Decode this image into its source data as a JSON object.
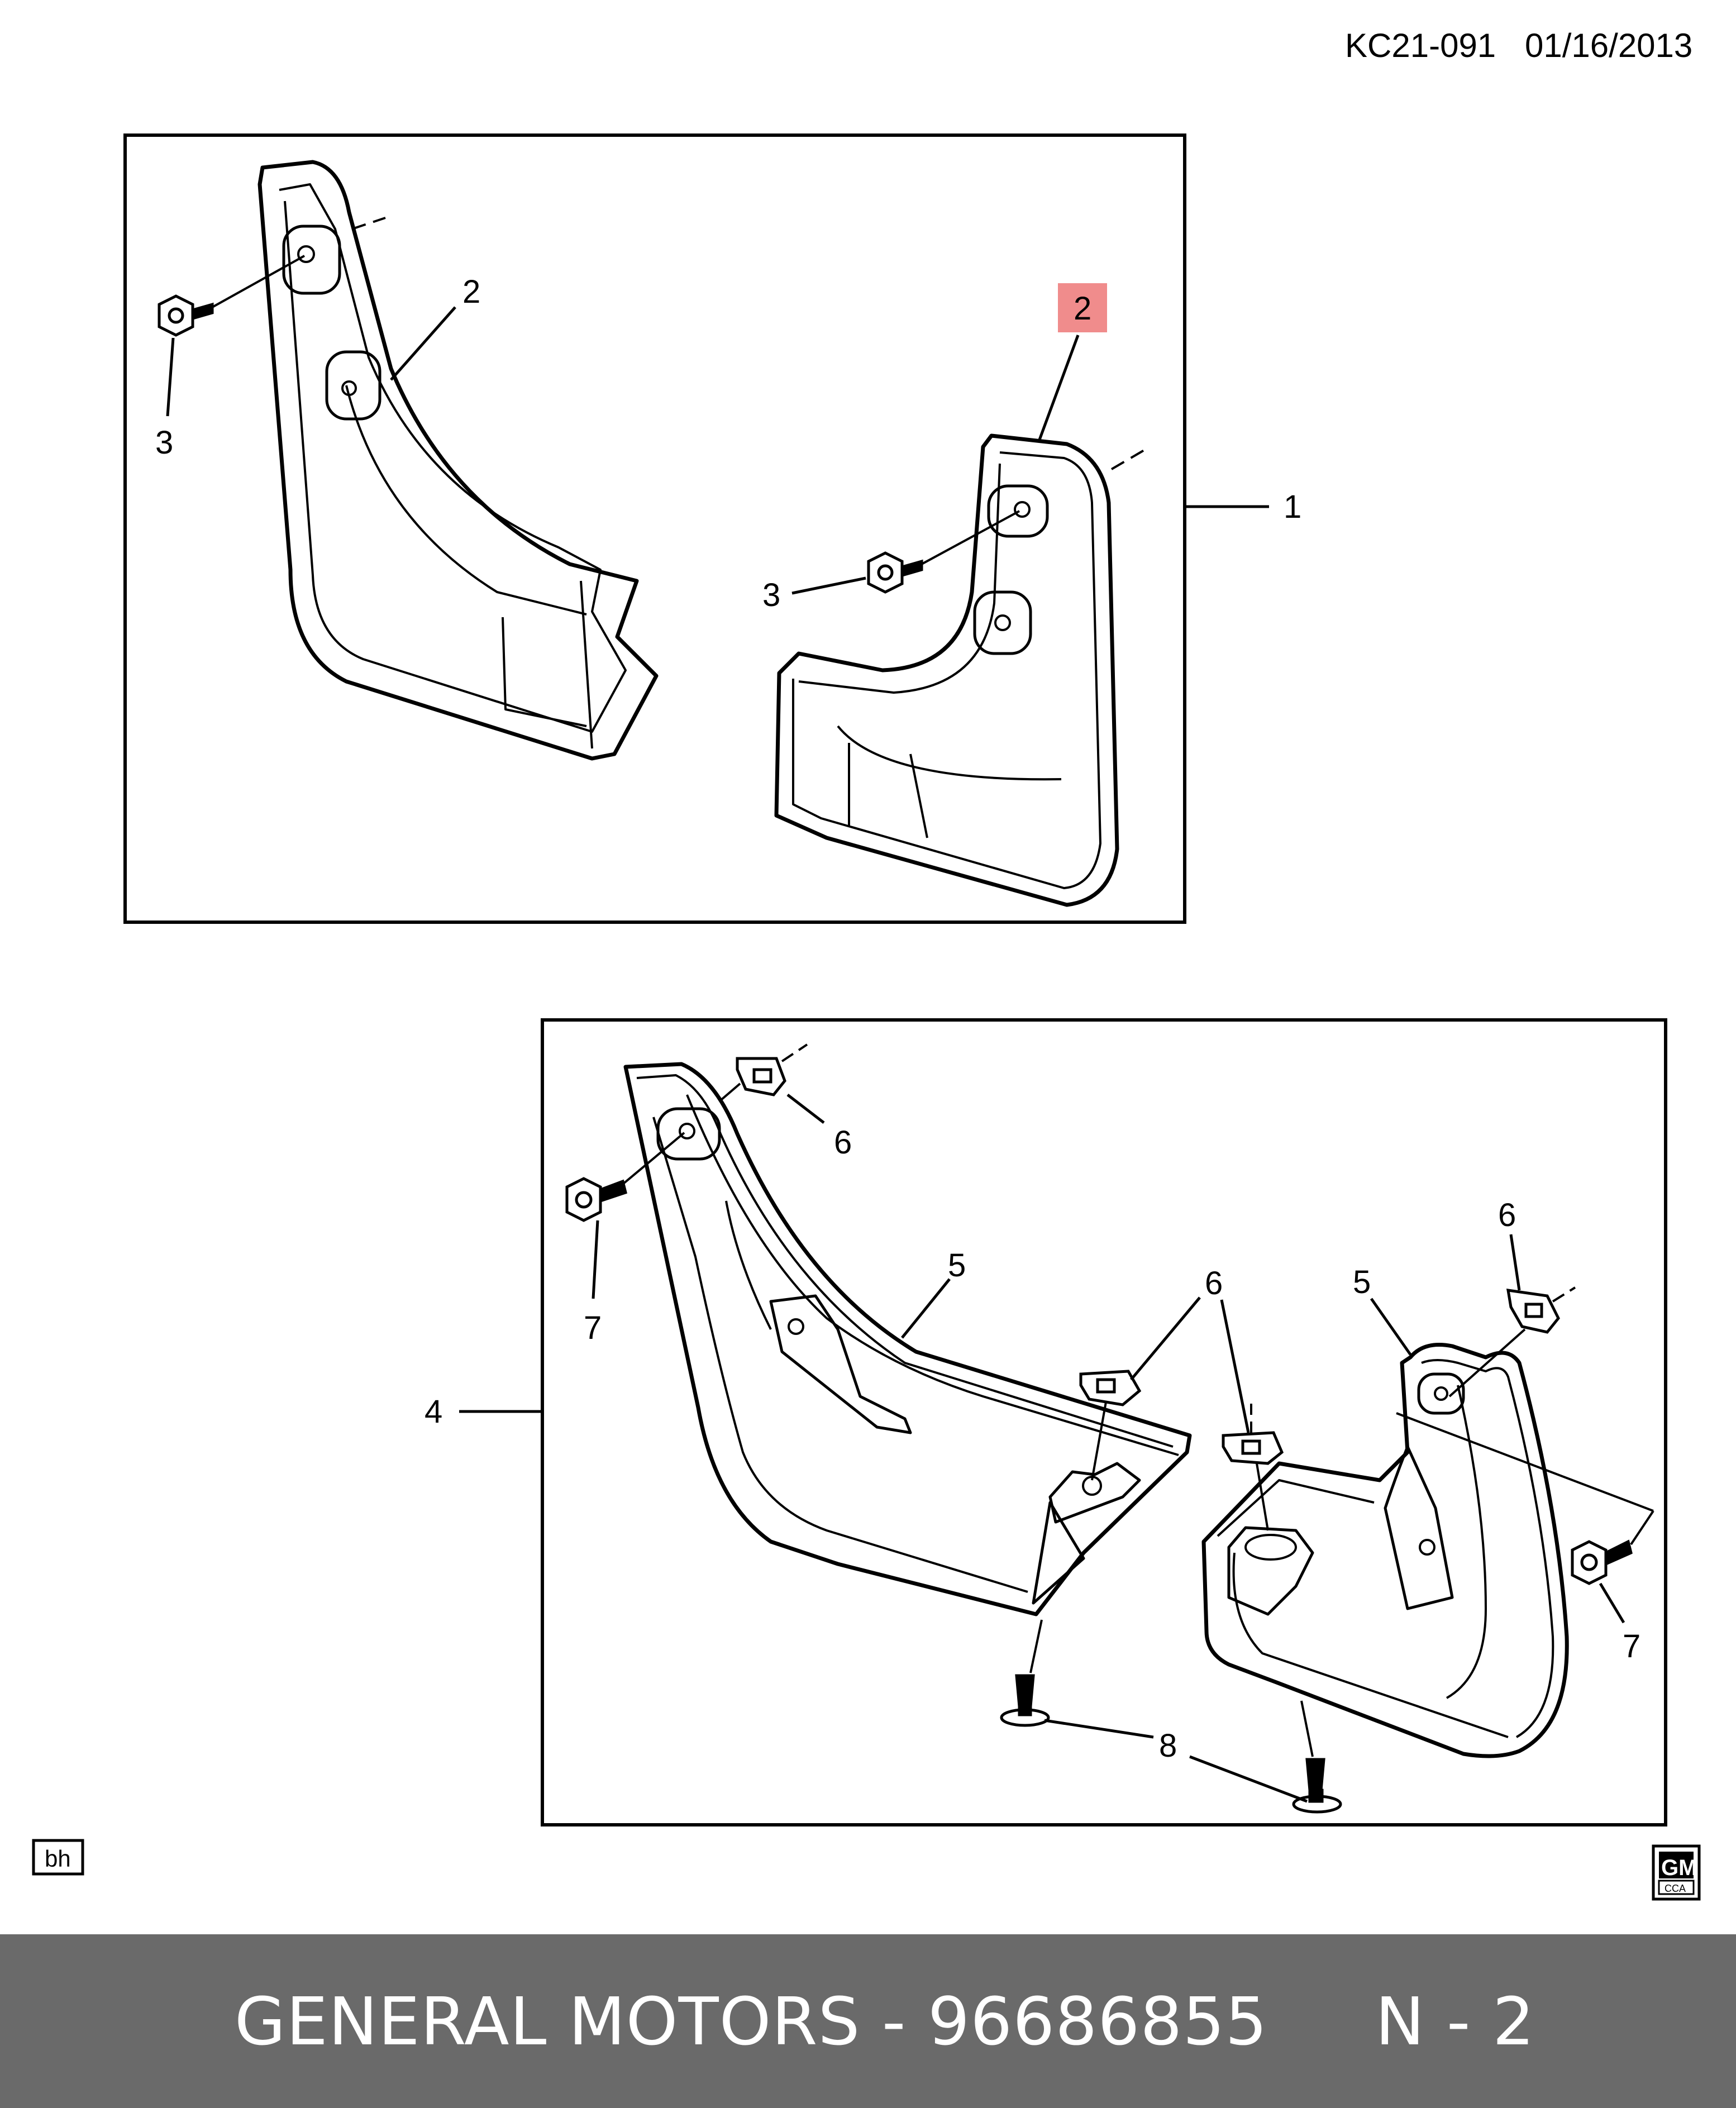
{
  "header": {
    "diagram_id": "KC21-091",
    "date": "01/16/2013"
  },
  "callouts": {
    "c1": "1",
    "c2a": "2",
    "c2b": "2",
    "c3a": "3",
    "c3b": "3",
    "c4": "4",
    "c5a": "5",
    "c5b": "5",
    "c6a": "6",
    "c6b": "6",
    "c6c": "6",
    "c7a": "7",
    "c7b": "7",
    "c8": "8"
  },
  "highlight_color": "#f08c8c",
  "artist_tag": "bh",
  "logo": {
    "brand": "GM",
    "sub": "CCA"
  },
  "footer": {
    "text": "GENERAL MOTORS - 96686855     N - 2"
  }
}
